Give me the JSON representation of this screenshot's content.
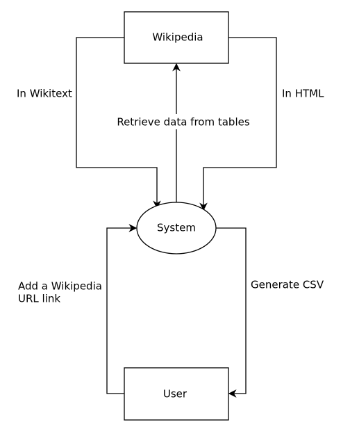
{
  "diagram": {
    "nodes": {
      "wikipedia": "Wikipedia",
      "system": "System",
      "user": "User"
    },
    "edges": {
      "in_wikitext": "In Wikitext",
      "in_html": "In HTML",
      "retrieve": "Retrieve data from tables",
      "add_url_line1": "Add a Wikipedia",
      "add_url_line2": "URL link",
      "generate_csv": "Generate CSV"
    }
  }
}
